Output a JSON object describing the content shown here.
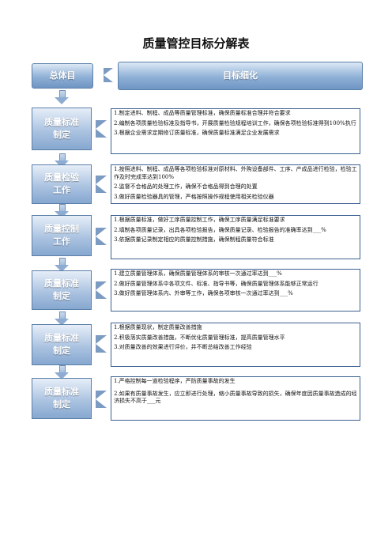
{
  "title": "质量管控目标分解表",
  "header": {
    "left": "总体目",
    "right": "目标细化"
  },
  "sections": [
    {
      "label": "质量标准制定",
      "items": [
        "1.制定进料、制程、成品等质量管理标准，确保质量标准合理并符合要求",
        "2.编制各项质量检验标准及指导书，开展质量检验规程培训工作，确保各项检验标准得到100%执行",
        "3.根据企业需求定期修订质量标准，确保质量标准满足企业发展需求"
      ]
    },
    {
      "label": "质量检验工作",
      "items": [
        "1.按照进料、制程、成品等各项检验标准对原材料、外购设备部件、工序、产成品进行检验，检验工作及时完成率达到100%",
        "2.监督不合格品的处理工作，确保不合格品得到合理的处置",
        "3.做好质量检验器具的管理，严格按照操作规程使用相关检验仪器"
      ]
    },
    {
      "label": "质量控制工作",
      "items": [
        "1.根据质量标准，做好工序质量控制工作，确保工序质量满足标准要求",
        "2.填制各项质量记录，出具各项检验报告，确保质量记录、检验报告的准确率达到___%",
        "3.依据质量记录制定相应的质量控制措施，确保制程质量符合标准"
      ]
    },
    {
      "label": "质量标准制定",
      "items": [
        "1.建立质量管理体系，确保质量管理体系的审核一次通过率达到___%",
        "2.做好质量管理体系中各项文件、标准、指导书等，确保质量管理体系能够正常运行",
        "3.做好质量管理体系内、外审等工作，确保各项审核一次通过率达到___%"
      ]
    },
    {
      "label": "质量标准制定",
      "items": [
        "1.根据质量现状，制定质量改善措施",
        "2.积极落实质量改善措施，不断优化质量管理标准，提高质量管理水平",
        "3.对质量改善的效果进行评价，并不断总结改善工作经验"
      ]
    },
    {
      "label": "质量标准制定",
      "items": [
        "1.严格控制每一道检验程序，严防质量事故的发生",
        "2.如果有质量事故发生，应立即进行处理，缩小质量事故导致的损失，确保年度因质量事故造成的经济损失不高于___元"
      ]
    }
  ]
}
